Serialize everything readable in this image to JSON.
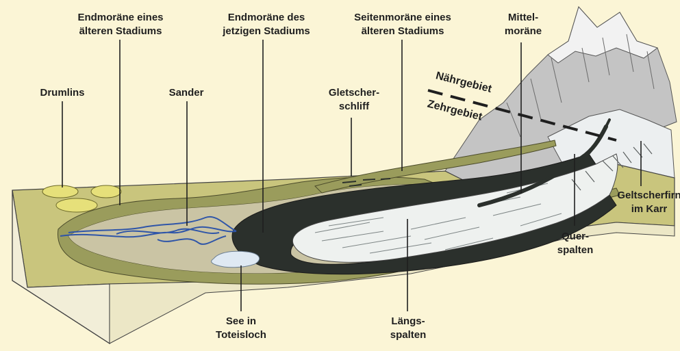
{
  "labels": {
    "drumlins": "Drumlins",
    "endmoraene_aelter_1": "Endmoräne eines",
    "endmoraene_aelter_2": "älteren Stadiums",
    "sander": "Sander",
    "endmoraene_jetzt_1": "Endmoräne des",
    "endmoraene_jetzt_2": "jetzigen Stadiums",
    "gletscherschliff_1": "Gletscher-",
    "gletscherschliff_2": "schliff",
    "seitenmoraene_1": "Seitenmoräne eines",
    "seitenmoraene_2": "älteren Stadiums",
    "mittelmoraene_1": "Mittel-",
    "mittelmoraene_2": "moräne",
    "naehrgebiet": "Nährgebiet",
    "zehrgebiet": "Zehrgebiet",
    "gletscherfirn_1": "Geltscherfirn",
    "gletscherfirn_2": "im Karr",
    "querspalten_1": "Quer-",
    "querspalten_2": "spalten",
    "see_1": "See in",
    "see_2": "Toteisloch",
    "laengsspalten_1": "Längs-",
    "laengsspalten_2": "spalten"
  },
  "colors": {
    "background": "#fbf5d6",
    "plain": "#c9c57d",
    "moraine": "#9a9c5c",
    "moraine_light": "#b5b377",
    "glacier_ice": "#eef1ef",
    "ice_shadow": "#cfd6d6",
    "dark_moraine": "#2b302c",
    "rock": "#bdbdbd",
    "drumlin": "#e6e07a",
    "water": "#2f55a8",
    "lake": "#dfe9f3",
    "block_side": "#f2eed8"
  }
}
